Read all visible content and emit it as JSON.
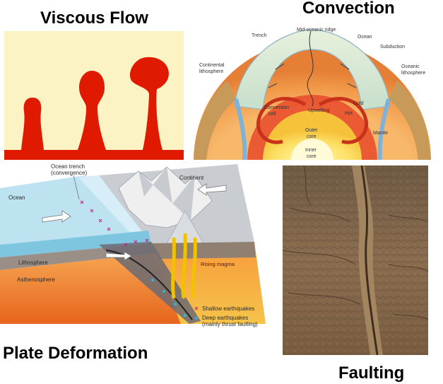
{
  "headings": {
    "viscous_flow": "Viscous Flow",
    "convection": "Convection",
    "plate_deformation": "Plate Deformation",
    "faulting": "Faulting"
  },
  "convection_labels": {
    "trench": "Trench",
    "ridge": "Mid-oceanic ridge",
    "ocean": "Ocean",
    "subduction": "Subduction",
    "continental_lithosphere": "Continental lithosphere",
    "oceanic_lithosphere": "Oceanic lithosphere",
    "convection_cell": "Convection cell",
    "upwelling": "Upwelling",
    "cold": "Cold",
    "hot": "Hot",
    "outer_core": "Outer core",
    "inner_core": "Inner core",
    "mantle": "Mantle"
  },
  "plate_labels": {
    "ocean_trench": "Ocean trench (convergence)",
    "ocean": "Ocean",
    "continent": "Continent",
    "lithosphere": "Lithosphere",
    "asthenosphere": "Asthenosphere",
    "rising_magma": "Rising magma",
    "legend_shallow": "Shallow earthquakes",
    "legend_deep": "Deep earthquakes (mainly thrust faulting)"
  },
  "colors": {
    "plume": "#e01a00",
    "plume_bg": "#fbf3c4",
    "ocean": "#b9e0ef",
    "magma": "#f2c200",
    "rock": "#7a6146"
  }
}
